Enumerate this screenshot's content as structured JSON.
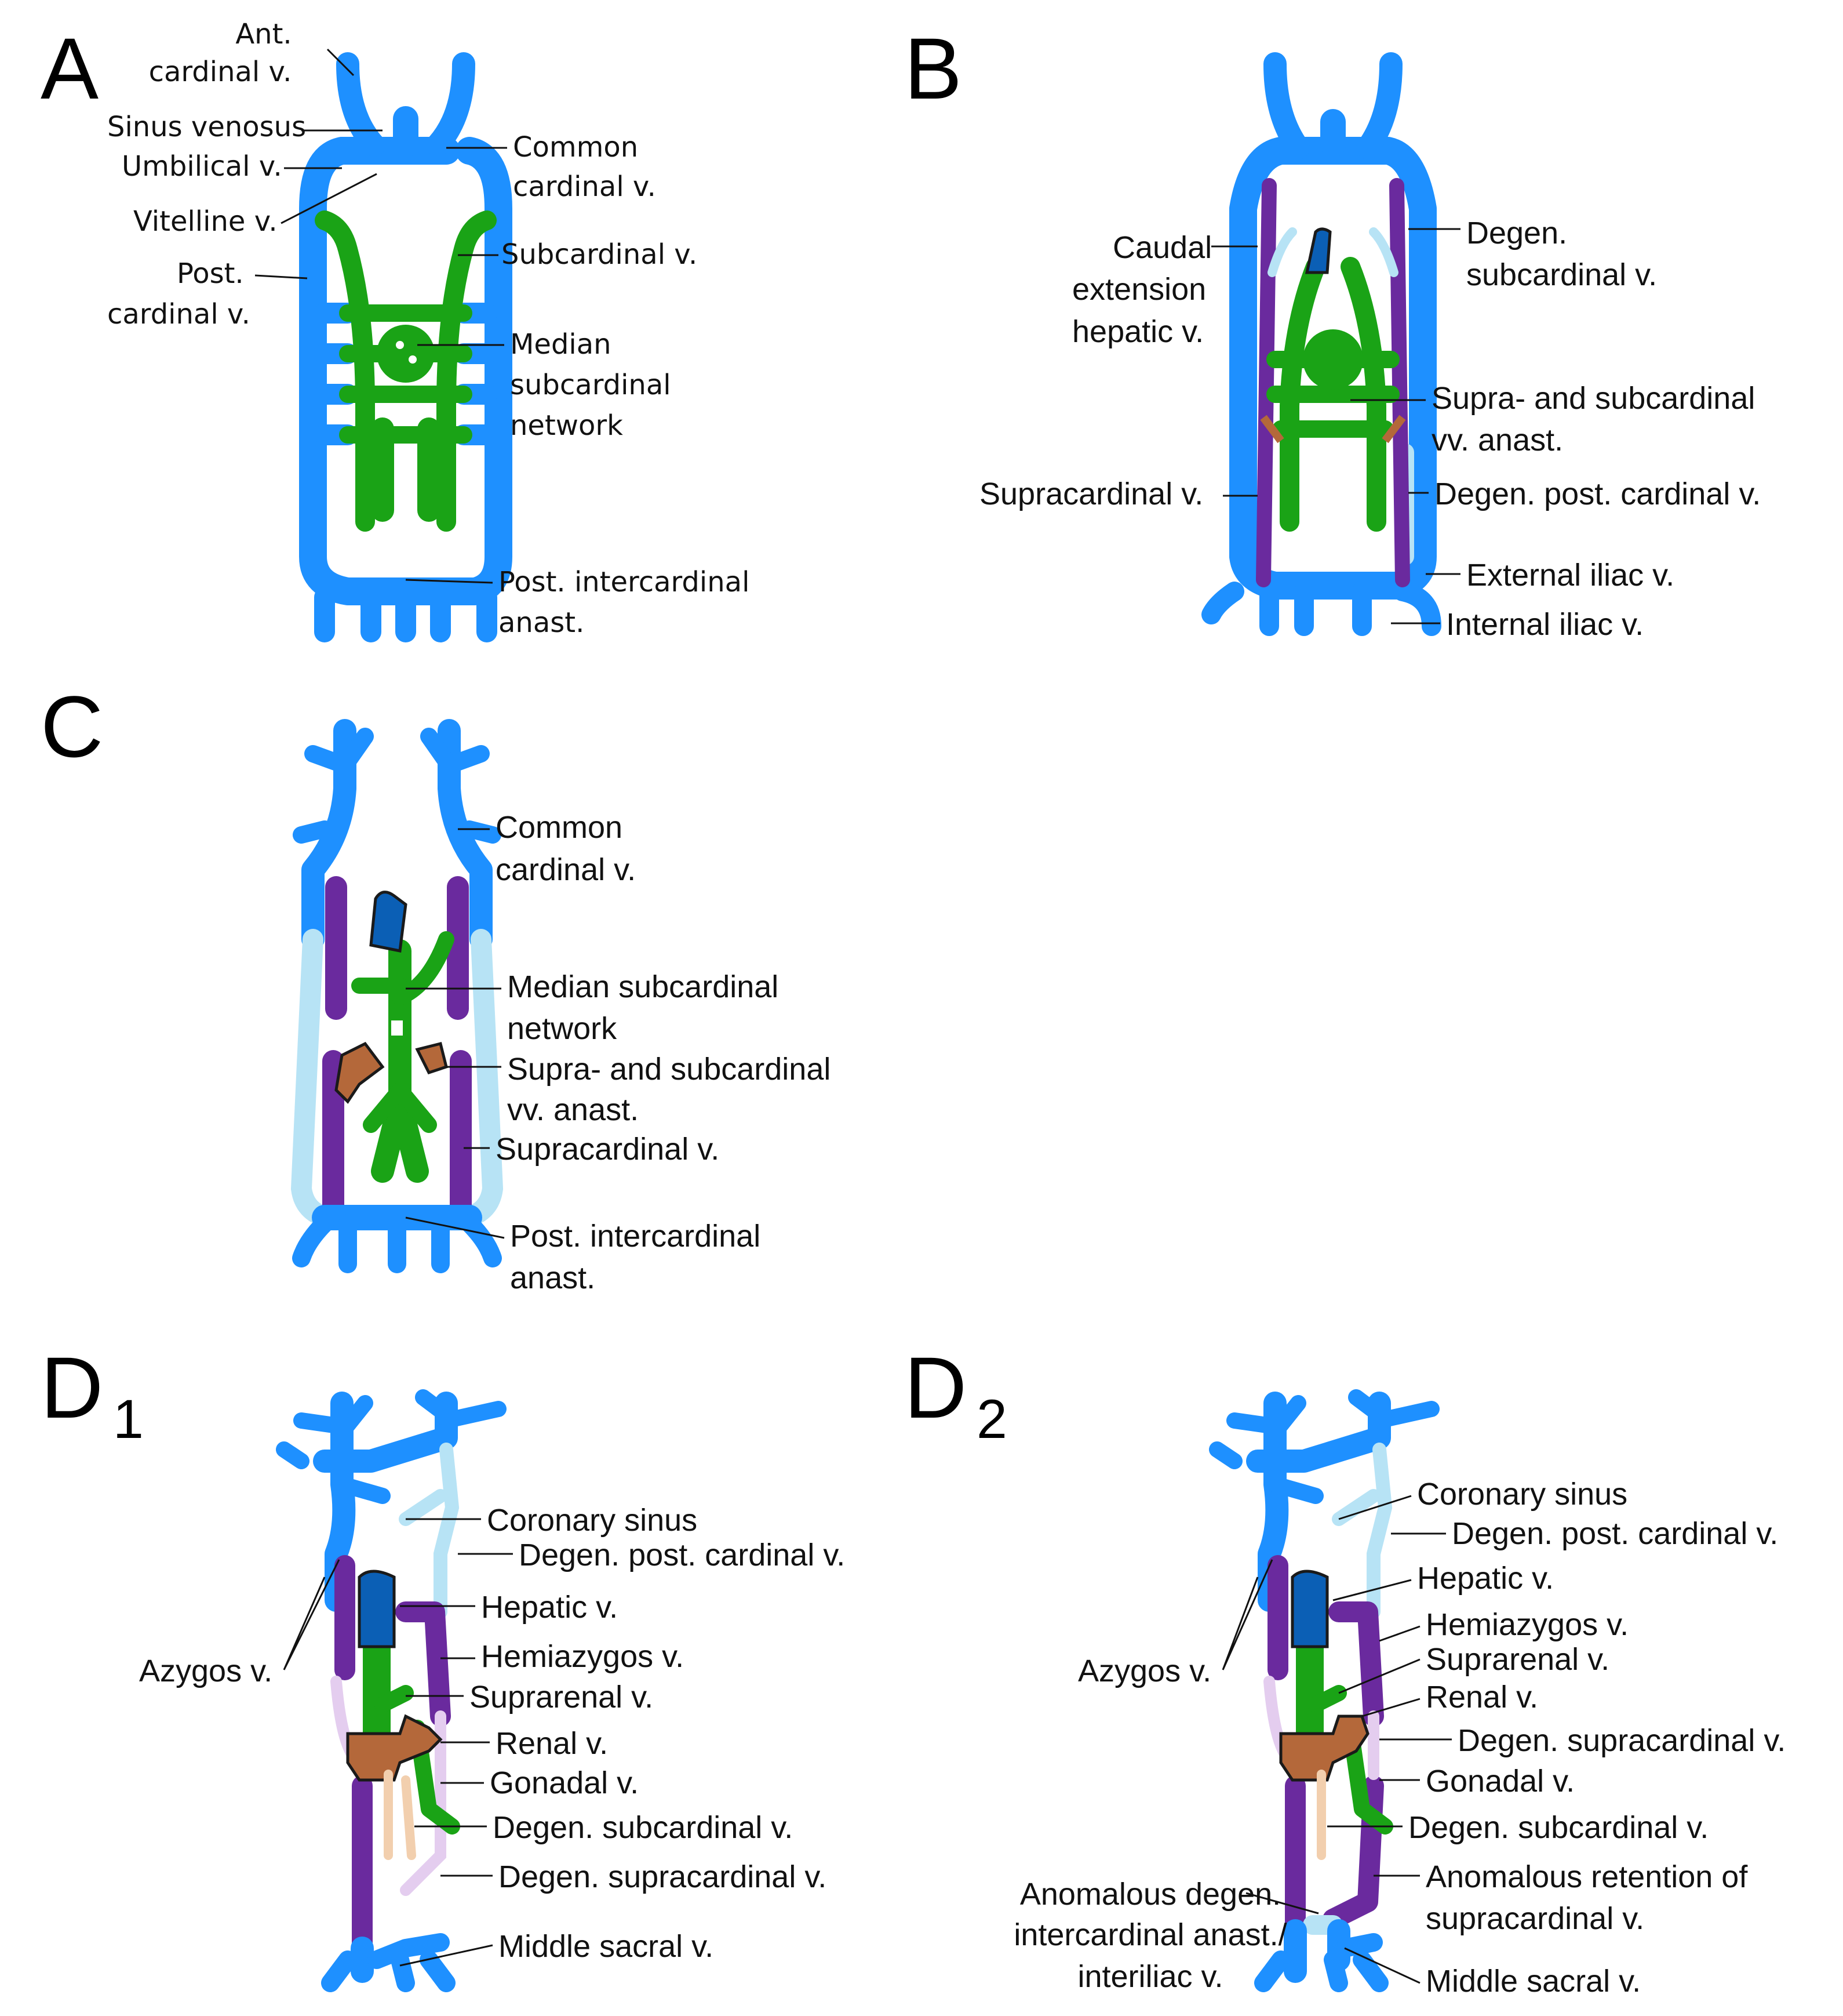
{
  "colors": {
    "posterior_cardinal_blue": "#1e90ff",
    "subcardinal_green": "#1aa316",
    "supracardinal_purple": "#6a2a9e",
    "anastomosis_brown": "#b4683a",
    "degenerated_lightblue": "#b7e3f5",
    "degenerated_lilac": "#e4cdef",
    "hepatic_darkblue": "#0b5fb5",
    "degenerated_subcardinal_peach": "#f2cfae"
  },
  "panels": {
    "A": {
      "letter": "A",
      "labels": {
        "ant_cardinal_1": "Ant.",
        "ant_cardinal_2": "cardinal v.",
        "sinus_venosus": "Sinus venosus",
        "umbilical": "Umbilical v.",
        "vitelline": "Vitelline v.",
        "post_cardinal_1": "Post.",
        "post_cardinal_2": "cardinal v.",
        "common_cardinal_1": "Common",
        "common_cardinal_2": "cardinal v.",
        "subcardinal": "Subcardinal v.",
        "median_1": "Median",
        "median_2": "subcardinal",
        "median_3": "network",
        "post_inter_1": "Post. intercardinal",
        "post_inter_2": "anast."
      }
    },
    "B": {
      "letter": "B",
      "labels": {
        "caudal_1": "Caudal",
        "caudal_2": "extension",
        "caudal_3": "hepatic v.",
        "degen_sub_1": "Degen.",
        "degen_sub_2": "subcardinal v.",
        "supra_sub_1": "Supra- and subcardinal",
        "supra_sub_2": "vv. anast.",
        "supracardinal": "Supracardinal v.",
        "degen_post": "Degen. post. cardinal v.",
        "ext_iliac": "External iliac v.",
        "int_iliac": "Internal iliac v."
      }
    },
    "C": {
      "letter": "C",
      "labels": {
        "common_1": "Common",
        "common_2": "cardinal v.",
        "median_1": "Median subcardinal",
        "median_2": "network",
        "supra_sub_1": "Supra- and subcardinal",
        "supra_sub_2": "vv. anast.",
        "supracardinal": "Supracardinal v.",
        "post_inter_1": "Post. intercardinal",
        "post_inter_2": "anast."
      }
    },
    "D1": {
      "letter": "D",
      "subscript": "1",
      "labels": {
        "coronary": "Coronary sinus",
        "degen_post": "Degen. post. cardinal v.",
        "hepatic": "Hepatic v.",
        "azygos": "Azygos v.",
        "hemiazygos": "Hemiazygos v.",
        "suprarenal": "Suprarenal v.",
        "renal": "Renal v.",
        "gonadal": "Gonadal v.",
        "degen_sub": "Degen. subcardinal v.",
        "degen_supra": "Degen. supracardinal v.",
        "middle_sacral": "Middle sacral v."
      }
    },
    "D2": {
      "letter": "D",
      "subscript": "2",
      "labels": {
        "coronary": "Coronary sinus",
        "degen_post": "Degen. post. cardinal v.",
        "hepatic": "Hepatic v.",
        "hemiazygos": "Hemiazygos v.",
        "suprarenal": "Suprarenal v.",
        "azygos": "Azygos v.",
        "renal": "Renal v.",
        "degen_supra": "Degen. supracardinal v.",
        "gonadal": "Gonadal v.",
        "degen_sub": "Degen. subcardinal v.",
        "anom_retention_1": "Anomalous retention of",
        "anom_retention_2": "supracardinal v.",
        "anom_degen_1": "Anomalous degen.",
        "anom_degen_2": "intercardinal anast./",
        "anom_degen_3": "interiliac v.",
        "middle_sacral": "Middle sacral v."
      }
    }
  }
}
